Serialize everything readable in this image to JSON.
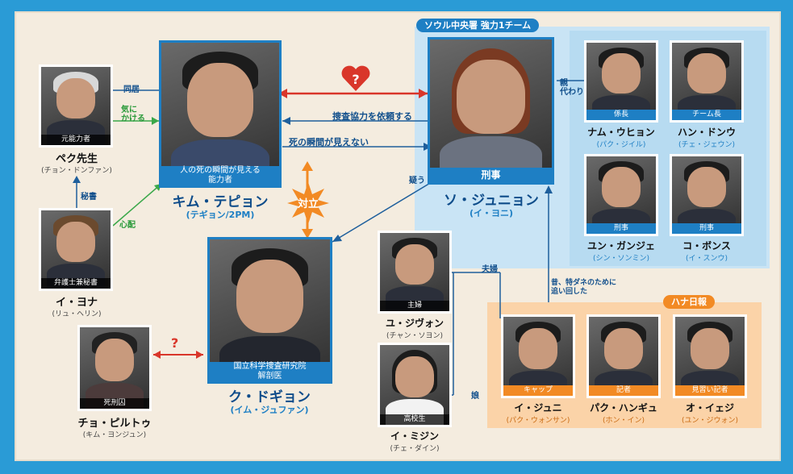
{
  "colors": {
    "accent_blue": "#1e7fc4",
    "accent_orange": "#f28a24",
    "love_red": "#d9362a",
    "ally_green": "#3aa84a"
  },
  "groups": {
    "police": "ソウル中央署 強力1チーム",
    "newspaper": "ハナ日報"
  },
  "relations": {
    "colleague": "同居",
    "worried": "気に\nかける",
    "secretary": "秘書",
    "concern": "心配",
    "request_help": "捜査協力を依頼する",
    "cant_see_death": "死の瞬間が見えない",
    "suspect": "疑う",
    "conflict": "対立",
    "unknown": "?",
    "love": "?",
    "parent": "親\n代わり",
    "couple": "夫婦",
    "daughter": "娘",
    "chased": "昔、特ダネのために\n追い回した"
  },
  "characters": {
    "peku": {
      "role": "元能力者",
      "name": "ペク先生",
      "actor": "(チョン・ドンファン)"
    },
    "yona": {
      "role": "弁護士兼秘書",
      "name": "イ・ヨナ",
      "actor": "(リュ・ヘリン)"
    },
    "chopiruto": {
      "role": "死刑囚",
      "name": "チョ・ピルトゥ",
      "actor": "(キム・ヨンジュン)"
    },
    "kimu": {
      "role": "人の死の瞬間が見える\n能力者",
      "name": "キム・テピョン",
      "actor": "(テギョン/2PM)"
    },
    "ku": {
      "role": "国立科学捜査研究院\n解剖医",
      "name": "ク・ドギョン",
      "actor": "(イム・ジュファン)"
    },
    "so": {
      "role": "刑事",
      "name": "ソ・ジュニョン",
      "actor": "(イ・ヨニ)"
    },
    "yu": {
      "role": "主婦",
      "name": "ユ・ジヴォン",
      "actor": "(チャン・ソヨン)"
    },
    "mijin": {
      "role": "高校生",
      "name": "イ・ミジン",
      "actor": "(チェ・ダイン)"
    },
    "namu": {
      "role": "係長",
      "name": "ナム・ウヒョン",
      "actor": "(パク・ジイル)"
    },
    "han": {
      "role": "チーム長",
      "name": "ハン・ドンウ",
      "actor": "(チェ・ジェウン)"
    },
    "yun": {
      "role": "刑事",
      "name": "ユン・ガンジェ",
      "actor": "(シン・ソンミン)"
    },
    "ko": {
      "role": "刑事",
      "name": "コ・ボンス",
      "actor": "(イ・スンウ)"
    },
    "ijuni": {
      "role": "キャップ",
      "name": "イ・ジュニ",
      "actor": "(パク・ウォンサン)"
    },
    "paku": {
      "role": "記者",
      "name": "パク・ハンギュ",
      "actor": "(ホン・イン)"
    },
    "oieji": {
      "role": "見習い記者",
      "name": "オ・イェジ",
      "actor": "(ユン・ジウォン)"
    }
  }
}
